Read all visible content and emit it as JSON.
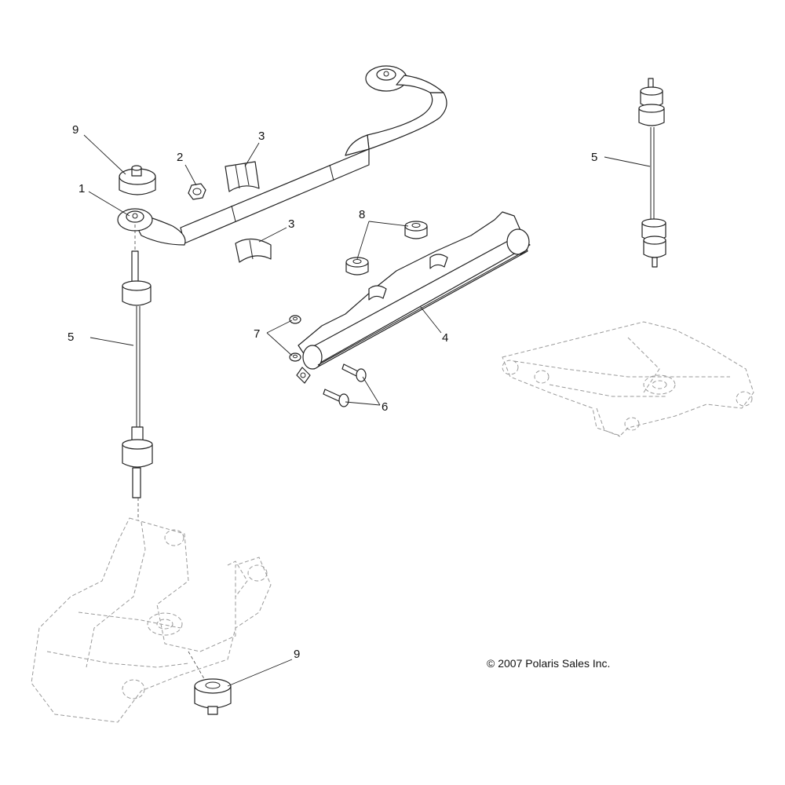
{
  "callouts": [
    {
      "id": "c1",
      "label": "1"
    },
    {
      "id": "c2",
      "label": "2"
    },
    {
      "id": "c3a",
      "label": "3"
    },
    {
      "id": "c3b",
      "label": "3"
    },
    {
      "id": "c4",
      "label": "4"
    },
    {
      "id": "c5a",
      "label": "5"
    },
    {
      "id": "c5b",
      "label": "5"
    },
    {
      "id": "c6",
      "label": "6"
    },
    {
      "id": "c7",
      "label": "7"
    },
    {
      "id": "c8",
      "label": "8"
    },
    {
      "id": "c9a",
      "label": "9"
    },
    {
      "id": "c9b",
      "label": "9"
    }
  ],
  "copyright": "© 2007 Polaris Sales Inc."
}
